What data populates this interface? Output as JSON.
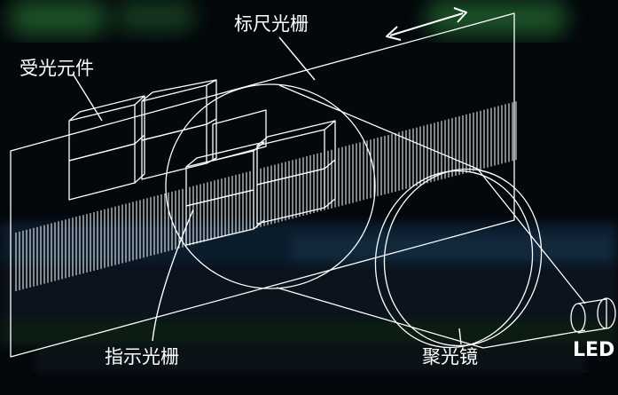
{
  "labels": {
    "scale_grating": "标尺光栅",
    "photo_element": "受光元件",
    "index_grating": "指示光栅",
    "condenser_lens": "聚光镜",
    "led": "LED"
  },
  "colors": {
    "background": "#04070b",
    "line": "#ffffff",
    "glow_green": "#1b5a2c",
    "glow_blue": "#12304a"
  }
}
